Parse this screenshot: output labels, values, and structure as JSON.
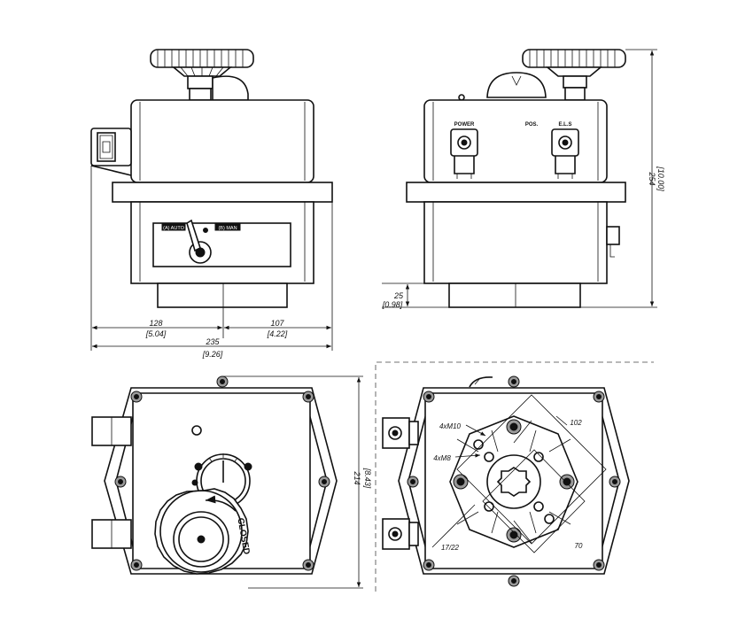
{
  "front_view": {
    "switch_label_auto": "(A) AUTO",
    "switch_label_man": "(B) MAN"
  },
  "dimensions": {
    "left_width": "128",
    "left_width_in": "[5.04]",
    "right_width": "107",
    "right_width_in": "[4.22]",
    "total_width": "235",
    "total_width_in": "[9.26]",
    "height": "254",
    "height_in": "[10.00]",
    "base_height": "25",
    "base_height_in": "[0.98]",
    "depth": "214",
    "depth_in": "[8.43]"
  },
  "side_view": {
    "power_label": "POWER",
    "pos_label": "POS.",
    "els_label": "E.L.S"
  },
  "top_view": {
    "closed_label": "CLOSED"
  },
  "bottom_view": {
    "bolt_m10": "4xM10",
    "bolt_m8": "4xM8",
    "pcd_102": "102",
    "pcd_70": "70",
    "square_drive": "17/22"
  }
}
